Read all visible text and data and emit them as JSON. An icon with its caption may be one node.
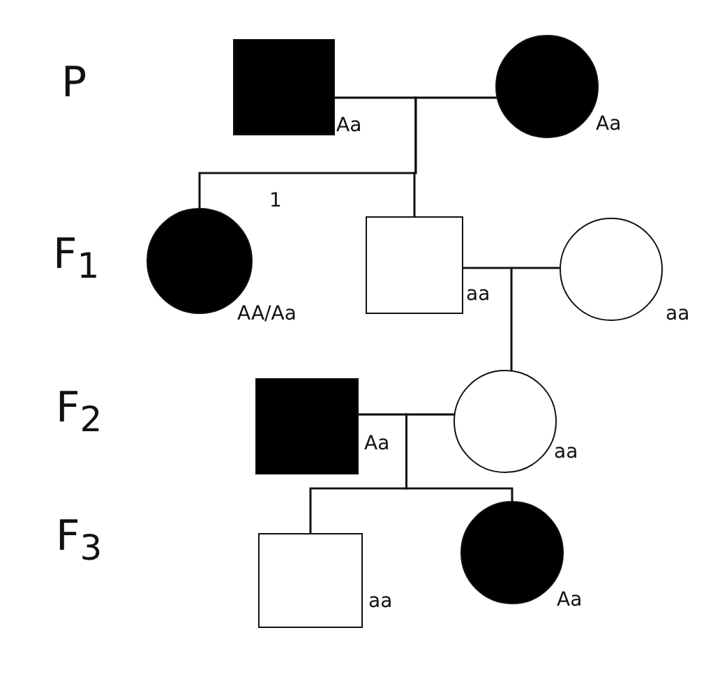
{
  "diagram": {
    "nodes": [
      {
        "text": [],
        "shape": "box",
        "beside": [
          "Aa"
        ]
      },
      {
        "text": [],
        "shape": "circle",
        "beside": [
          "Aa"
        ]
      },
      {
        "text": [],
        "shape": "circle",
        "beside": [
          "1",
          "AA/Aa"
        ]
      },
      {
        "text": [],
        "shape": "box",
        "beside": [
          "aa"
        ]
      },
      {
        "text": [],
        "shape": "circle",
        "beside": [
          "aa"
        ]
      },
      {
        "text": [],
        "shape": "box",
        "beside": [
          "Aa"
        ]
      },
      {
        "text": [],
        "shape": "circle",
        "beside": [
          "aa"
        ]
      },
      {
        "text": [],
        "shape": "box",
        "beside": [
          "aa"
        ]
      },
      {
        "text": [],
        "shape": "circle",
        "beside": [
          "Aa"
        ]
      }
    ],
    "edges": [
      {
        "from": 0,
        "to": 1,
        "arrow": "none"
      },
      {
        "from": 0,
        "to": 2,
        "arrow": "none"
      },
      {
        "from": 1,
        "to": 2,
        "arrow": "none"
      },
      {
        "from": 0,
        "to": 3,
        "arrow": "none"
      },
      {
        "from": 1,
        "to": 3,
        "arrow": "none"
      },
      {
        "from": 3,
        "to": 4,
        "arrow": "none"
      },
      {
        "from": 3,
        "to": 6,
        "arrow": "none"
      },
      {
        "from": 4,
        "to": 6,
        "arrow": "none"
      },
      {
        "from": 5,
        "to": 6,
        "arrow": "none"
      },
      {
        "from": 5,
        "to": 7,
        "arrow": "none"
      },
      {
        "from": 6,
        "to": 7,
        "arrow": "none"
      },
      {
        "from": 5,
        "to": 8,
        "arrow": "none"
      },
      {
        "from": 6,
        "to": 8,
        "arrow": "none"
      }
    ],
    "labels": [
      "P",
      "F$_{1}$",
      "F$_{2}$",
      "F$_{3}$"
    ]
  }
}
